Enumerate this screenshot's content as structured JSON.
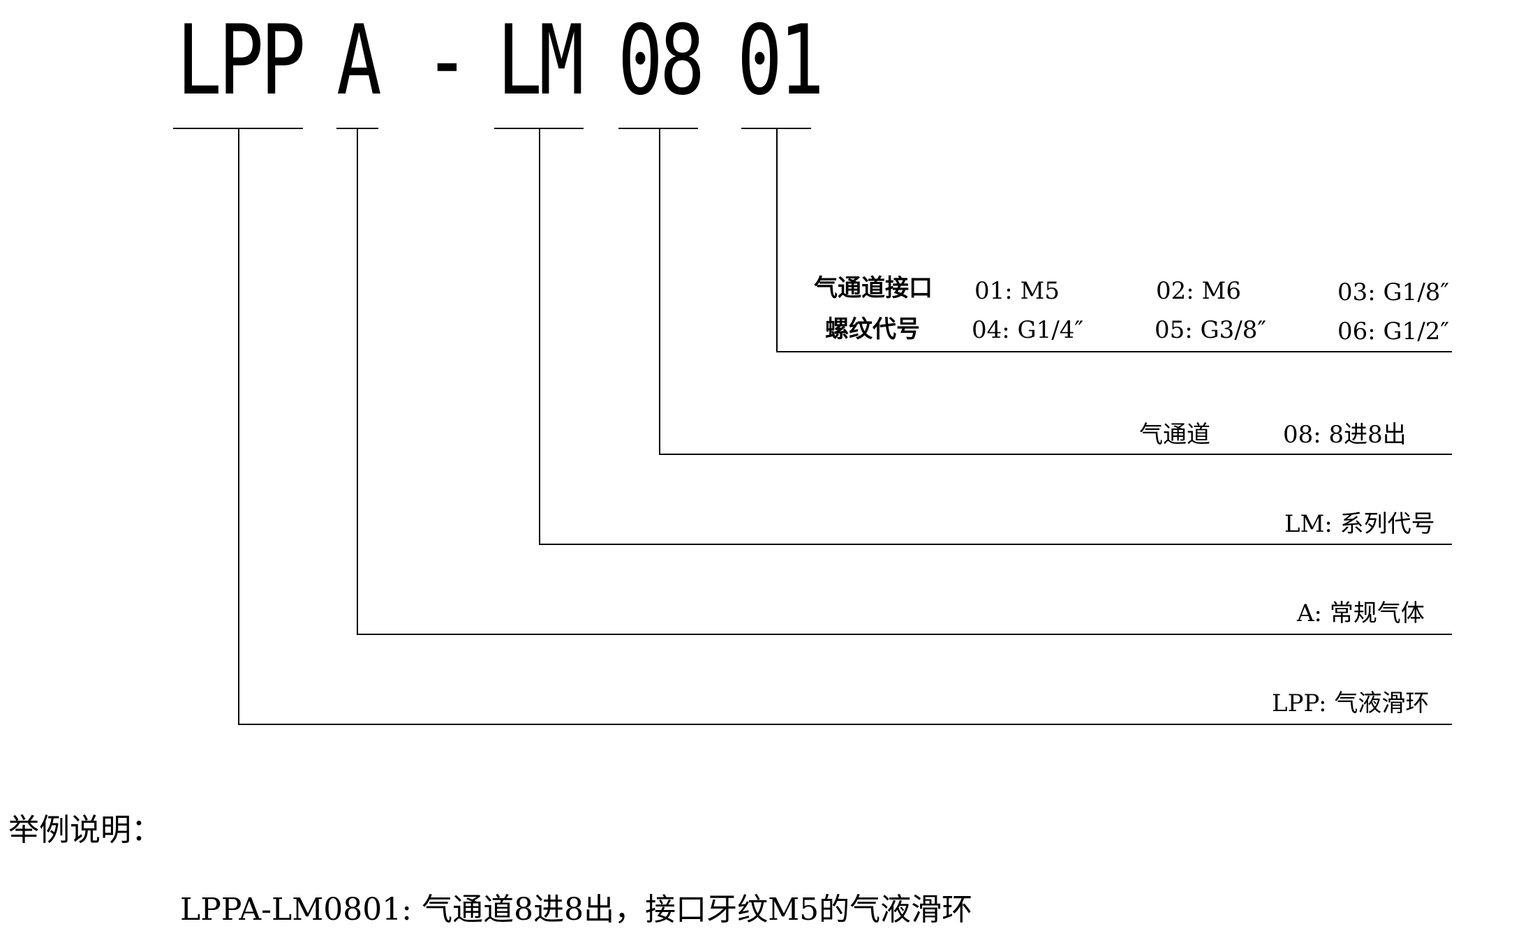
{
  "code": {
    "segments": [
      "LPP",
      "A",
      "-",
      "LM",
      "08",
      "01"
    ]
  },
  "thread": {
    "title_line1": "气通道接口",
    "title_line2": "螺纹代号",
    "options": [
      "01: M5",
      "02: M6",
      "03: G1/8″",
      "04: G1/4″",
      "05: G3/8″",
      "06: G1/2″"
    ]
  },
  "channel": {
    "label": "气通道",
    "value": "08: 8进8出"
  },
  "series": {
    "label": "LM: 系列代号"
  },
  "medium": {
    "label": "A: 常规气体"
  },
  "product": {
    "label": "LPP: 气液滑环"
  },
  "example": {
    "title": "举例说明：",
    "text": "LPPA-LM0801: 气通道8进8出，接口牙纹M5的气液滑环"
  }
}
